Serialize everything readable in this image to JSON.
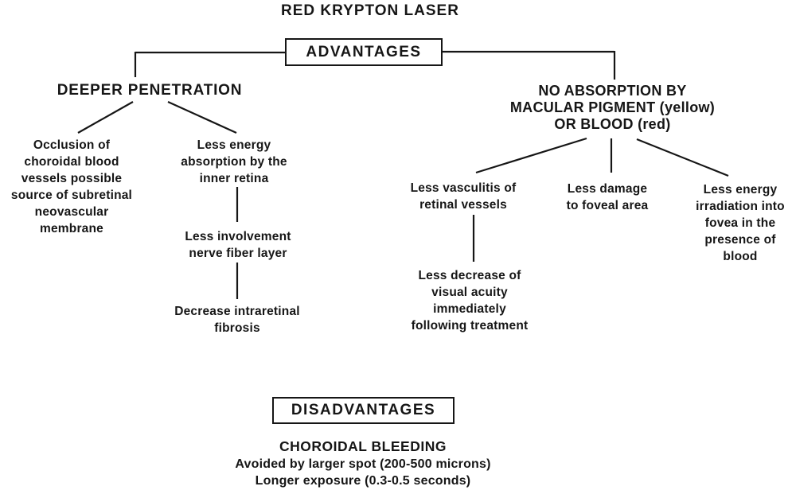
{
  "title": "RED KRYPTON LASER",
  "colors": {
    "ink": "#161616",
    "background": "#ffffff"
  },
  "advantages": {
    "box_label": "ADVANTAGES",
    "deeper_penetration": {
      "heading": "DEEPER PENETRATION",
      "occlusion": "Occlusion of\nchoroidal blood\nvessels possible\nsource of subretinal\nneovascular\nmembrane",
      "less_energy_absorption": "Less energy\nabsorption by the\ninner retina",
      "less_involvement": "Less involvement\nnerve fiber layer",
      "decrease_fibrosis": "Decrease intraretinal\nfibrosis"
    },
    "no_absorption": {
      "heading": "NO ABSORPTION BY\nMACULAR PIGMENT (yellow)\nOR BLOOD (red)",
      "less_vasculitis": "Less vasculitis of\nretinal vessels",
      "less_damage": "Less damage\nto foveal area",
      "less_irradiation": "Less energy\nirradiation into\nfovea in the\npresence of\nblood",
      "less_decrease_acuity": "Less decrease of\nvisual acuity\nimmediately\nfollowing treatment"
    }
  },
  "disadvantages": {
    "box_label": "DISADVANTAGES",
    "choroidal_bleeding": "CHOROIDAL BLEEDING",
    "avoided_by": "Avoided by larger spot (200-500 microns)",
    "longer_exposure": "Longer exposure (0.3-0.5 seconds)"
  }
}
